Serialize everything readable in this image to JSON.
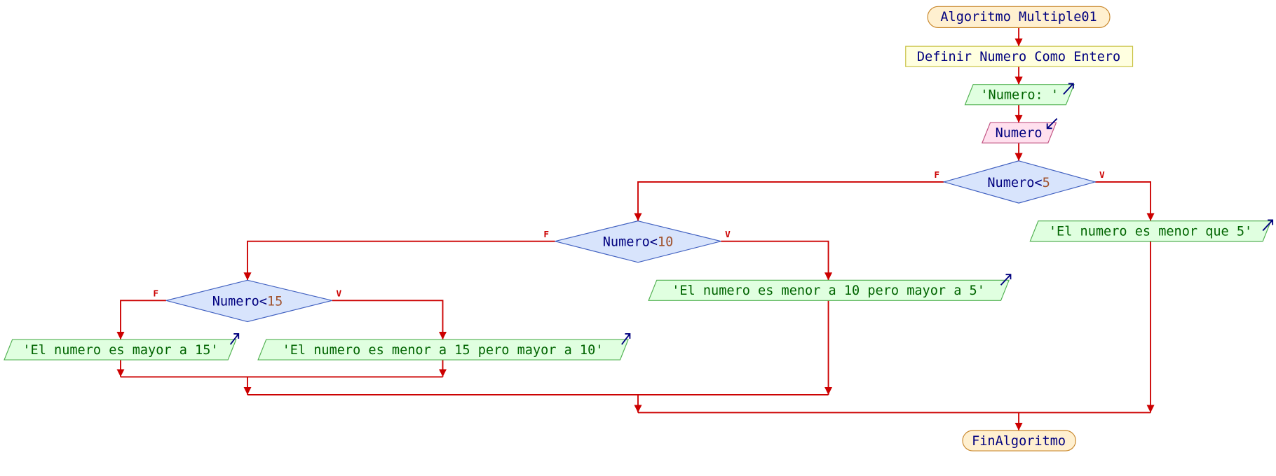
{
  "start": {
    "text": "Algoritmo Multiple01"
  },
  "define": {
    "text": "Definir Numero Como Entero"
  },
  "output_prompt": {
    "text": "'Numero: '"
  },
  "input": {
    "text": "Numero"
  },
  "decisions": [
    {
      "var": "Numero<",
      "value": "5",
      "false_label": "F",
      "true_label": "V"
    },
    {
      "var": "Numero<",
      "value": "10",
      "false_label": "F",
      "true_label": "V"
    },
    {
      "var": "Numero<",
      "value": "15",
      "false_label": "F",
      "true_label": "V"
    }
  ],
  "outputs": {
    "lt5": "'El numero es menor que 5'",
    "lt10": "'El numero es menor a 10 pero mayor a 5'",
    "lt15": "'El numero es menor a 15 pero mayor a 10'",
    "gt15": "'El numero es mayor a 15'"
  },
  "end": {
    "text": "FinAlgoritmo"
  },
  "colors": {
    "edge": "#cc0000",
    "keyword": "#00007f",
    "string": "#006400",
    "number": "#a0522d"
  }
}
